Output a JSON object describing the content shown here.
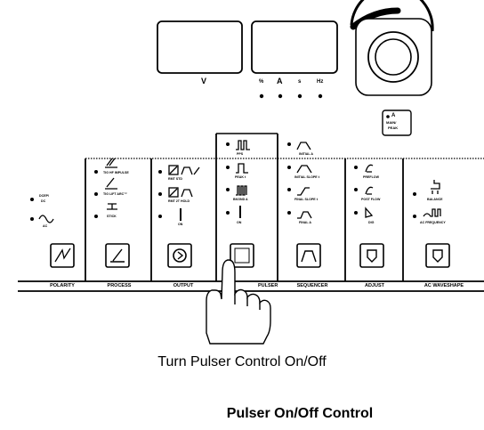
{
  "displays": {
    "volts_label": "V",
    "amps_label": "A",
    "percent_label": "%",
    "seconds_label": "s",
    "hz_label": "Hz"
  },
  "main_peak": {
    "line1": "A",
    "line2": "MAIN/",
    "line3": "PEAK"
  },
  "sections": {
    "polarity": "POLARITY",
    "process": "PROCESS",
    "output": "OUTPUT",
    "pulser": "PULSER",
    "sequencer": "SEQUENCER",
    "adjust": "ADJUST",
    "ac_waveshape": "AC WAVESHAPE"
  },
  "polarity": {
    "dc_top": "DCEP/",
    "dc": "DC",
    "ac": "AC"
  },
  "process": {
    "item1": "TIG HF IMPULSE",
    "item2": "TIG LIFT ARC™",
    "item3": "STICK"
  },
  "output": {
    "item1": "RMT STD",
    "item2": "RMT 2T HOLD",
    "item3": "ON"
  },
  "pulser": {
    "item1": "PPS",
    "item2": "PEAK t",
    "item3": "BKGND A",
    "item4": "ON"
  },
  "sequencer": {
    "item1": "INITIAL A",
    "item2": "INITIAL SLOPE t",
    "item3": "FINAL SLOPE t",
    "item4": "FINAL A"
  },
  "adjust": {
    "item1": "PREFLOW",
    "item2": "POST FLOW",
    "item3": "DIG"
  },
  "ac_waveshape": {
    "item1": "BALANCE",
    "item2": "AC FREQUENCY"
  },
  "caption": "Turn Pulser Control On/Off",
  "title": "Pulser On/Off Control"
}
